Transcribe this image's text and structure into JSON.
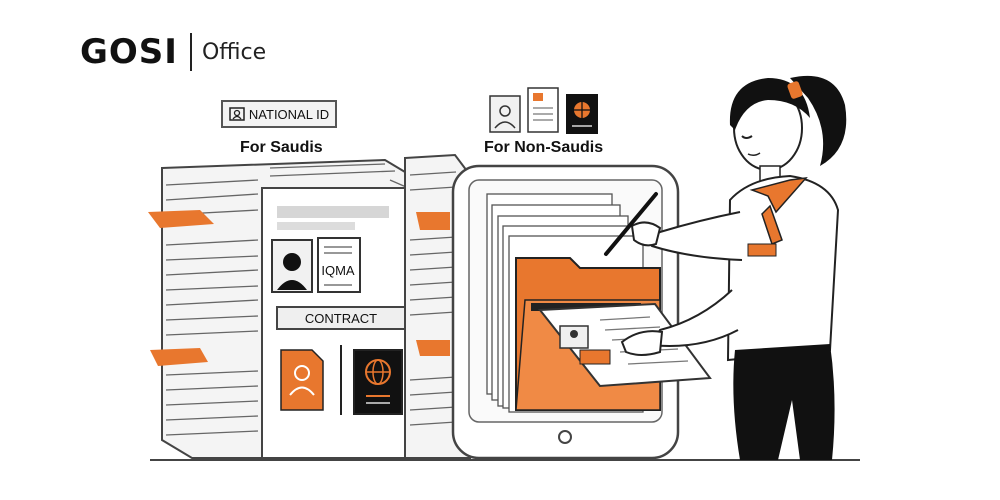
{
  "logo": {
    "main": "GOSI",
    "sub": "Office"
  },
  "labels": {
    "national_id": "NATIONAL ID",
    "for_saudis": "For Saudis",
    "for_non_saudis": "For Non-Saudis",
    "iqma": "IQMA",
    "contract": "CONTRACT"
  },
  "icons": [
    "id-card-icon",
    "person-photo-icon",
    "document-icon",
    "certificate-icon",
    "passport-icon",
    "globe-icon",
    "pen-icon",
    "folder-icon"
  ],
  "colors": {
    "accent": "#E8772E",
    "ink": "#111111",
    "paper": "#ffffff",
    "line": "#555555"
  }
}
